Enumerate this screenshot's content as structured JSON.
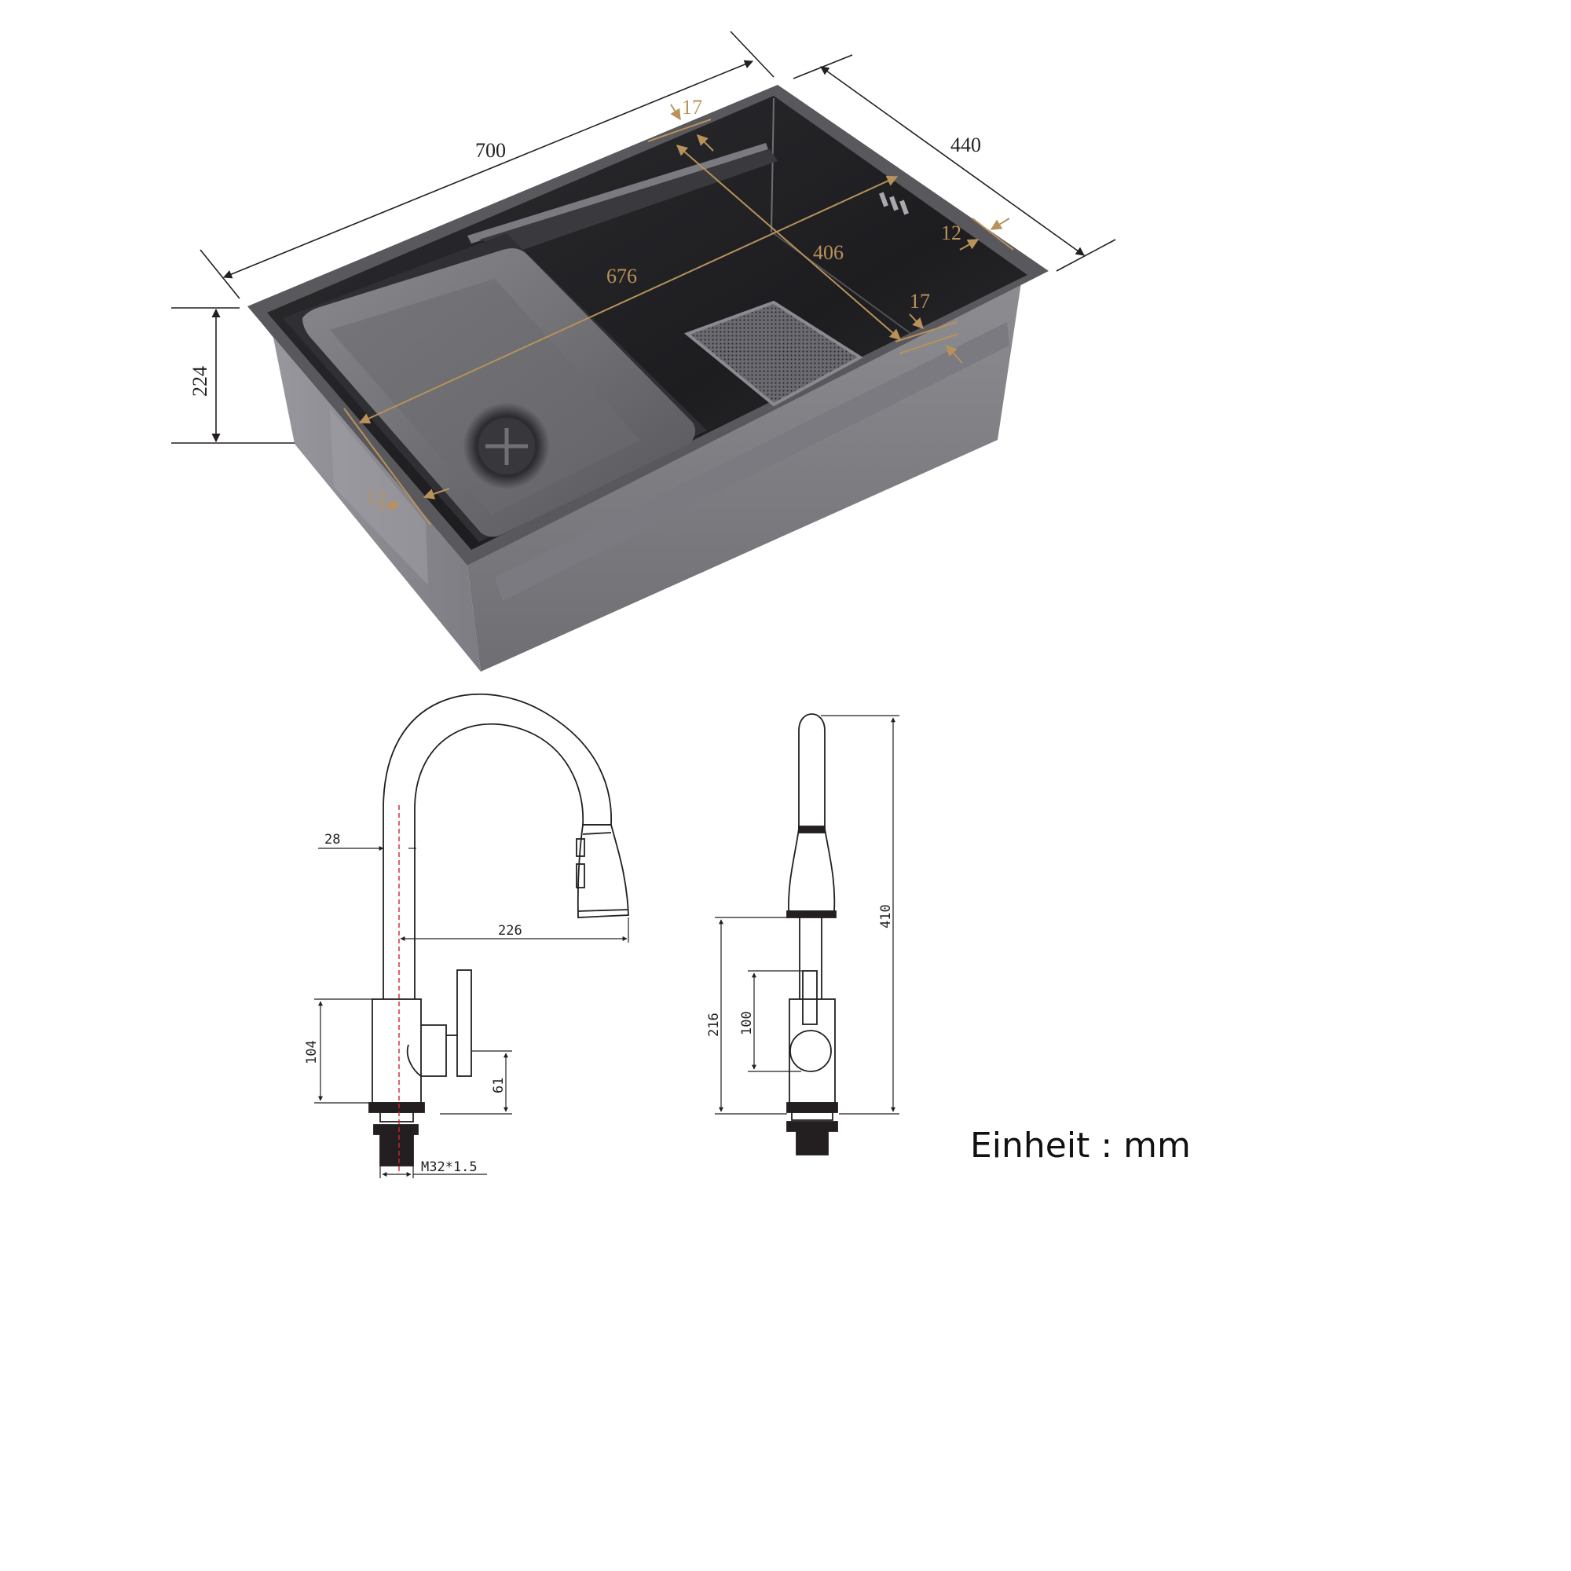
{
  "sink": {
    "dims": {
      "length": "700",
      "width": "440",
      "height": "224",
      "inner_length": "676",
      "inner_width": "406",
      "rim_back": "17",
      "rim_front": "17",
      "rim_right": "12",
      "rim_left": "12"
    }
  },
  "faucet_front": {
    "dims": {
      "pipe_diameter": "28",
      "reach": "226",
      "body_height": "104",
      "handle_height": "61",
      "thread": "M32*1.5"
    }
  },
  "faucet_side": {
    "dims": {
      "total_height": "410",
      "spout_base_height": "216",
      "handle_top_height": "100"
    }
  },
  "unit_label": "Einheit : mm",
  "colors": {
    "dimension_black": "#231f20",
    "dimension_gold": "#b8925a",
    "centerline_red": "#d2232a",
    "sink_steel": "#5d5d62"
  }
}
